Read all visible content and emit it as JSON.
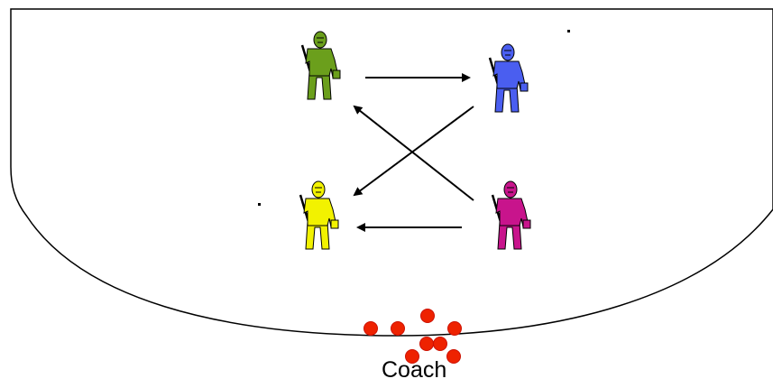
{
  "coach_label": "Coach",
  "players": [
    {
      "id": "green-player",
      "color": "#6b9f1c",
      "name": "green-goalie-icon"
    },
    {
      "id": "blue-player",
      "color": "#4a5ef0",
      "name": "blue-goalie-icon"
    },
    {
      "id": "yellow-player",
      "color": "#f2f200",
      "name": "yellow-goalie-icon"
    },
    {
      "id": "magenta-player",
      "color": "#c8148c",
      "name": "magenta-goalie-icon"
    }
  ],
  "colors": {
    "rink_outline": "#000000",
    "puck": "#ee2200",
    "puck_stroke": "#cc1100",
    "arrow": "#000000"
  },
  "puck_count": 8
}
